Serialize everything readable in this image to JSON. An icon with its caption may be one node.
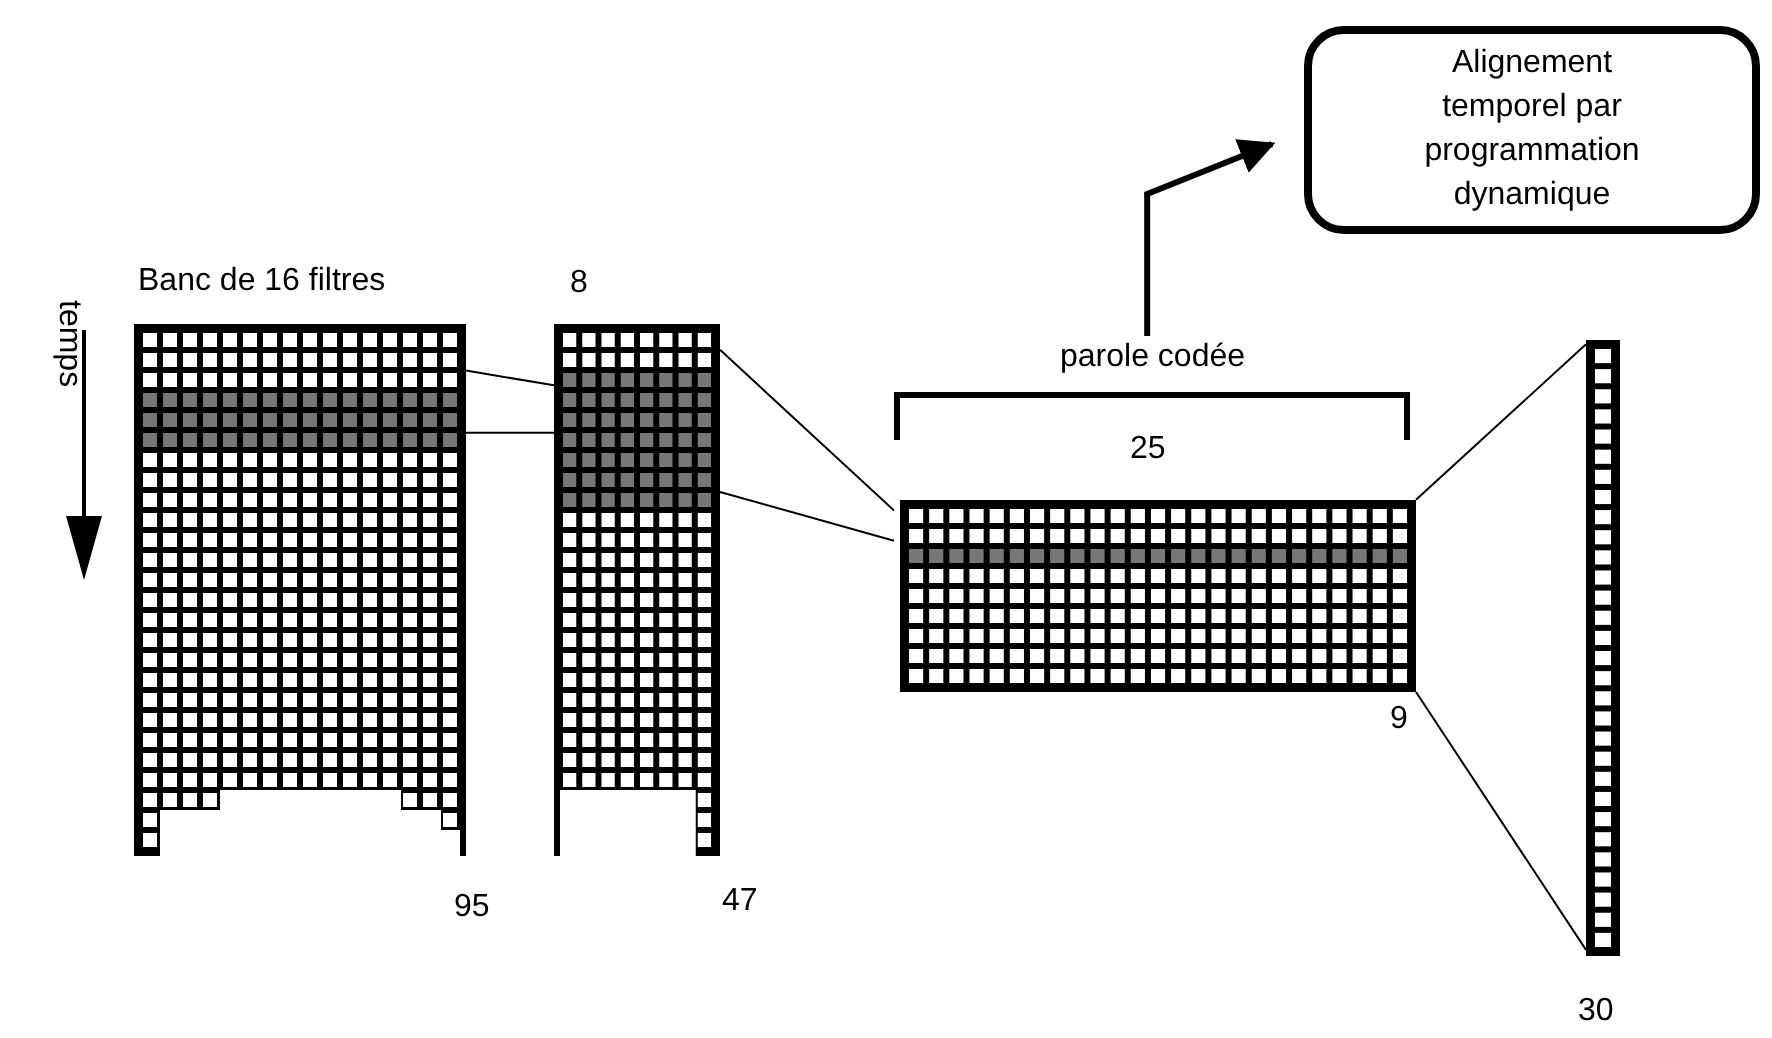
{
  "diagram": {
    "nodes": [
      {
        "text": [
          "Alignement temporel par programmation dynamique"
        ]
      },
      {
        "text": [
          "Banc de 16 filtres"
        ],
        "beside": [
          "95"
        ]
      },
      {
        "text": [
          "8"
        ],
        "beside": [
          "47"
        ]
      },
      {
        "text": [
          "parole codée",
          "25"
        ],
        "beside": [
          "9"
        ]
      },
      {
        "text": [],
        "shape": "bar",
        "beside": [
          "30"
        ]
      }
    ],
    "edges": [
      {
        "from": 1,
        "to": 2,
        "arrow": "none"
      },
      {
        "from": 1,
        "to": 2,
        "arrow": "none"
      },
      {
        "from": 2,
        "to": 3,
        "arrow": "none"
      },
      {
        "from": 2,
        "to": 3,
        "arrow": "none"
      },
      {
        "from": 3,
        "to": 4,
        "arrow": "none"
      },
      {
        "from": 3,
        "to": 4,
        "arrow": "none"
      },
      {
        "from": 3,
        "to": 0,
        "arrow": "to",
        "style": "thick"
      }
    ],
    "labels": [
      "temps"
    ]
  }
}
